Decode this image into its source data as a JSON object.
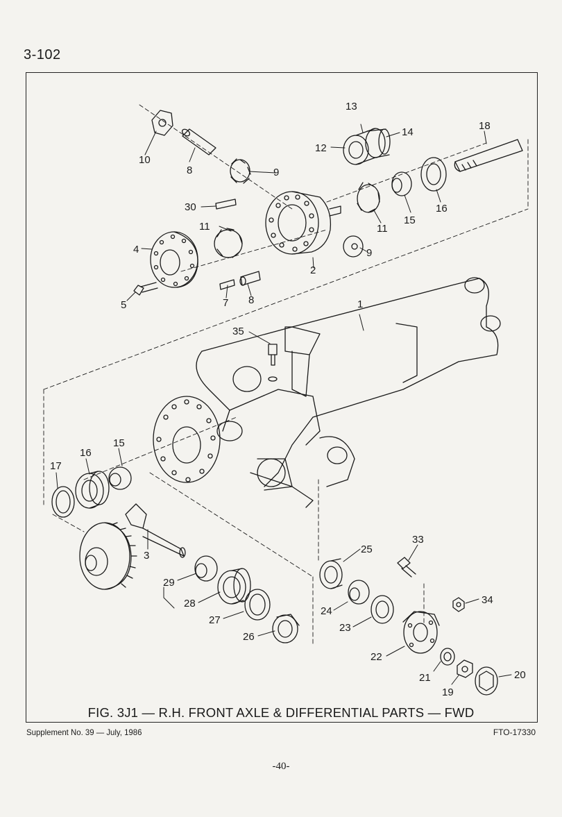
{
  "page": {
    "number": "3-102",
    "caption": "FIG. 3J1 — R.H. FRONT AXLE & DIFFERENTIAL PARTS — FWD",
    "supplement": "Supplement No. 39 — July, 1986",
    "figure_code": "FTO-17330",
    "footer_number": "-40-"
  },
  "callouts": [
    {
      "id": "1",
      "text": "1"
    },
    {
      "id": "2",
      "text": "2"
    },
    {
      "id": "3",
      "text": "3"
    },
    {
      "id": "4",
      "text": "4"
    },
    {
      "id": "5",
      "text": "5"
    },
    {
      "id": "7",
      "text": "7"
    },
    {
      "id": "8a",
      "text": "8"
    },
    {
      "id": "8b",
      "text": "8"
    },
    {
      "id": "9a",
      "text": "9"
    },
    {
      "id": "9b",
      "text": "9"
    },
    {
      "id": "10",
      "text": "10"
    },
    {
      "id": "11a",
      "text": "11"
    },
    {
      "id": "11b",
      "text": "11"
    },
    {
      "id": "12",
      "text": "12"
    },
    {
      "id": "13",
      "text": "13"
    },
    {
      "id": "14",
      "text": "14"
    },
    {
      "id": "15a",
      "text": "15"
    },
    {
      "id": "15b",
      "text": "15"
    },
    {
      "id": "16a",
      "text": "16"
    },
    {
      "id": "16b",
      "text": "16"
    },
    {
      "id": "17",
      "text": "17"
    },
    {
      "id": "18",
      "text": "18"
    },
    {
      "id": "19",
      "text": "19"
    },
    {
      "id": "20",
      "text": "20"
    },
    {
      "id": "21",
      "text": "21"
    },
    {
      "id": "22",
      "text": "22"
    },
    {
      "id": "23",
      "text": "23"
    },
    {
      "id": "24",
      "text": "24"
    },
    {
      "id": "25",
      "text": "25"
    },
    {
      "id": "26",
      "text": "26"
    },
    {
      "id": "27",
      "text": "27"
    },
    {
      "id": "28",
      "text": "28"
    },
    {
      "id": "29",
      "text": "29"
    },
    {
      "id": "30",
      "text": "30"
    },
    {
      "id": "33",
      "text": "33"
    },
    {
      "id": "34",
      "text": "34"
    },
    {
      "id": "35",
      "text": "35"
    }
  ]
}
